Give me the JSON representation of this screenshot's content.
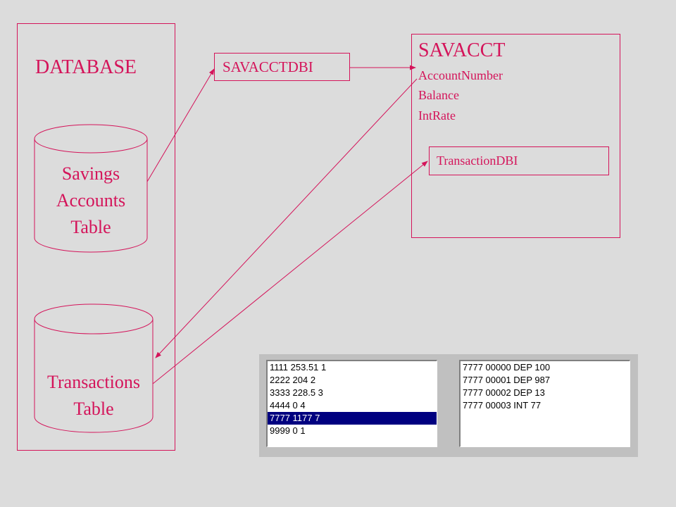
{
  "database": {
    "title": "DATABASE",
    "savings_table_lines": [
      "Savings",
      "Accounts",
      "Table"
    ],
    "transactions_table_lines": [
      "Transactions",
      "Table"
    ]
  },
  "savacctdbi": {
    "label": "SAVACCTDBI"
  },
  "savacct": {
    "title": "SAVACCT",
    "fields": [
      "AccountNumber",
      "Balance",
      "IntRate"
    ],
    "transaction_dbi": "TransactionDBI"
  },
  "accounts_list": {
    "rows": [
      "1111 253.51 1",
      "2222 204 2",
      "3333 228.5 3",
      "4444 0 4",
      "7777 1177 7",
      "9999 0 1"
    ],
    "selected_index": 4
  },
  "transactions_list": {
    "rows": [
      "7777 00000 DEP 100",
      "7777 00001 DEP 987",
      "7777 00002 DEP 13",
      "7777 00003 INT 77"
    ]
  },
  "colors": {
    "accent": "#d4145a",
    "background": "#dcdcdc",
    "selection": "#000080",
    "panel": "#c0c0c0"
  }
}
